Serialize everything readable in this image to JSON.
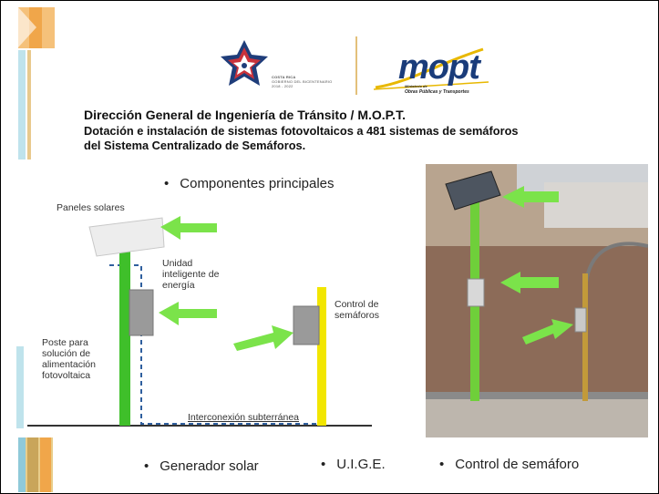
{
  "logos": {
    "costa_rica_text": [
      "COSTA RICA",
      "GOBIERNO DEL BICENTENARIO",
      "2018 - 2022"
    ],
    "mopt_wordmark": "mopt",
    "mopt_subtitle": [
      "Ministerio de",
      "Obras Públicas y Transportes"
    ]
  },
  "header": {
    "line1": "Dirección General de Ingeniería de Tránsito / M.O.P.T.",
    "line2": "Dotación e instalación de sistemas fotovoltaicos a 481 sistemas de semáforos",
    "line3": "del Sistema Centralizado de Semáforos."
  },
  "bullets": {
    "components": "Componentes principales",
    "solar_generator": "Generador solar",
    "uige": "U.I.G.E.",
    "signal_control": "Control de semáforo"
  },
  "diagram": {
    "solar_panels": "Paneles solares",
    "smart_unit": [
      "Unidad",
      "inteligente de",
      "energía"
    ],
    "pole": [
      "Poste para",
      "solución de",
      "alimentación",
      "fotovoltaica"
    ],
    "signal_controller": [
      "Control de",
      "semáforos"
    ],
    "underground": "Interconexión subterránea"
  },
  "colors": {
    "arrow_green": "#7be34a",
    "pole_green": "#3fbf2a",
    "pole_yellow": "#f2e600",
    "dashed_blue": "#2f5f9e",
    "title_navy": "#1a3c7a"
  },
  "icons": [
    "costa-rica-star-logo",
    "mopt-logo",
    "arrow-icon"
  ]
}
